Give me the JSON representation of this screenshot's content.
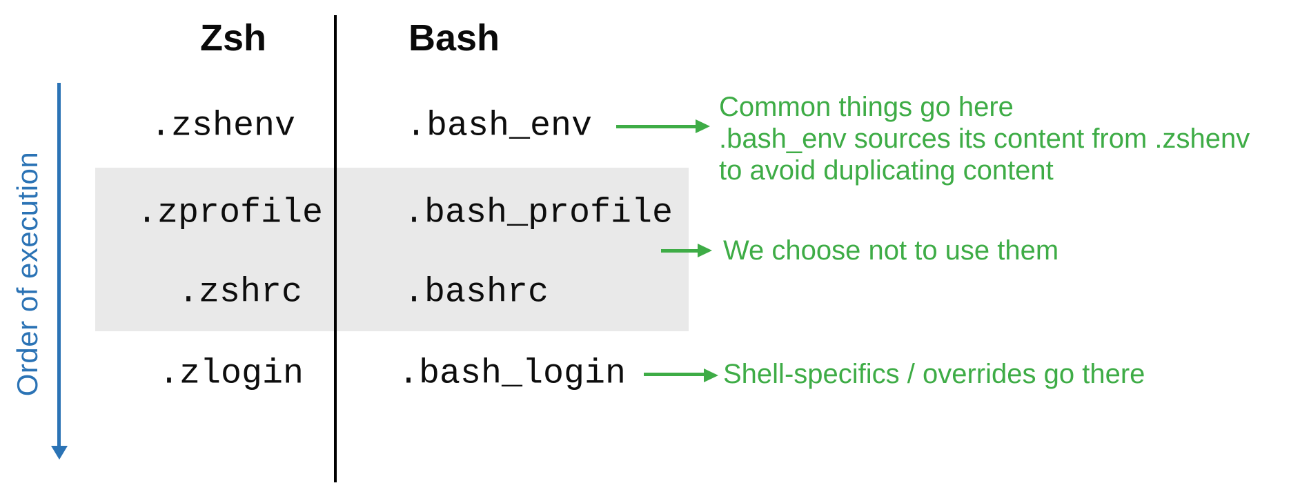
{
  "palette": {
    "blue": "#2b73b5",
    "green": "#3eac46",
    "gray_box": "#e9e9e9",
    "line_black": "#000000"
  },
  "axis": {
    "label": "Order of execution"
  },
  "columns": [
    {
      "header": "Zsh"
    },
    {
      "header": "Bash"
    }
  ],
  "rows": [
    {
      "zsh": ".zshenv",
      "bash": ".bash_env",
      "highlighted": false
    },
    {
      "zsh": ".zprofile",
      "bash": ".bash_profile",
      "highlighted": true
    },
    {
      "zsh": ".zshrc",
      "bash": ".bashrc",
      "highlighted": true
    },
    {
      "zsh": ".zlogin",
      "bash": ".bash_login",
      "highlighted": false
    }
  ],
  "annotations": [
    {
      "target": ".bash_env",
      "lines": [
        "Common things go here",
        ".bash_env sources its content from .zshenv",
        "to avoid duplicating content"
      ]
    },
    {
      "target": "highlighted-rows",
      "lines": [
        "We choose not to use them"
      ]
    },
    {
      "target": ".bash_login",
      "lines": [
        "Shell-specifics / overrides go there"
      ]
    }
  ]
}
